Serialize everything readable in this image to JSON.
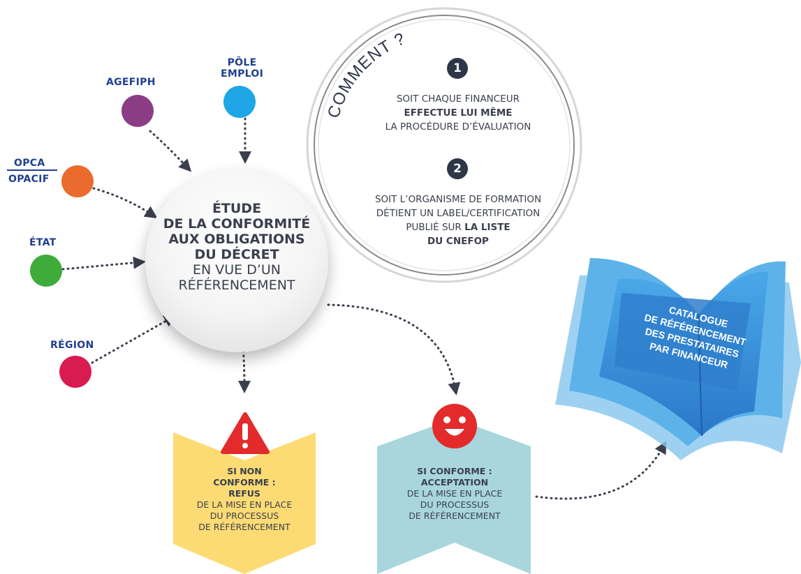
{
  "funders": {
    "agefiph": "AGEFIPH",
    "pole_emploi": [
      "PÔLE",
      "EMPLOI"
    ],
    "opca": "OPCA",
    "opacif": "OPACIF",
    "etat": "ÉTAT",
    "region": "RÉGION"
  },
  "center": {
    "bold_lines": [
      "ÉTUDE",
      "DE LA CONFORMITÉ",
      "AUX OBLIGATIONS",
      "DU DÉCRET"
    ],
    "normal_lines": [
      "EN VUE D’UN",
      "RÉFÉRENCEMENT"
    ]
  },
  "comment": {
    "title": "COMMENT ?",
    "option1": {
      "number": "1",
      "line1": "SOIT CHAQUE FINANCEUR",
      "line2_bold": "EFFECTUE LUI MÊME",
      "line3": "LA PROCÉDURE D’ÉVALUATION"
    },
    "option2": {
      "number": "2",
      "line1": "SOIT L’ORGANISME DE FORMATION",
      "line2": "DÉTIENT UN LABEL/CERTIFICATION",
      "line3_prefix": "PUBLIÉ SUR ",
      "line3_bold": "LA LISTE",
      "line4_bold": "DU CNEFOP"
    }
  },
  "refus": {
    "bold_lines": [
      "SI NON",
      "CONFORME :",
      "REFUS"
    ],
    "normal_lines": [
      "DE LA MISE EN PLACE",
      "DU PROCESSUS",
      "DE RÉFÉRENCEMENT"
    ]
  },
  "acceptation": {
    "bold_lines": [
      "SI CONFORME :",
      "ACCEPTATION"
    ],
    "normal_lines": [
      "DE LA MISE EN PLACE",
      "DU PROCESSUS",
      "DE RÉFÉRENCEMENT"
    ]
  },
  "catalogue": {
    "lines": [
      "CATALOGUE",
      "DE RÉFÉRENCEMENT",
      "DES PRESTATAIRES",
      "PAR FINANCEUR"
    ]
  },
  "colors": {
    "agefiph": "#8b3d86",
    "pole_emploi": "#1ea6e6",
    "opca": "#ea6b2d",
    "etat": "#3eab3a",
    "region": "#d91c50",
    "label_blue": "#1f3f8f",
    "refus_chevron": "#fddb74",
    "acceptation_chevron": "#a8d6dc",
    "warning_red": "#e32b2b",
    "smiley_red": "#e32b2b",
    "badge_dark": "#2e3649",
    "book_blue": "#2f7fcc"
  },
  "icons": {
    "warning": "warning-triangle-icon",
    "smiley": "smiley-face-icon",
    "book": "open-book-icon"
  }
}
